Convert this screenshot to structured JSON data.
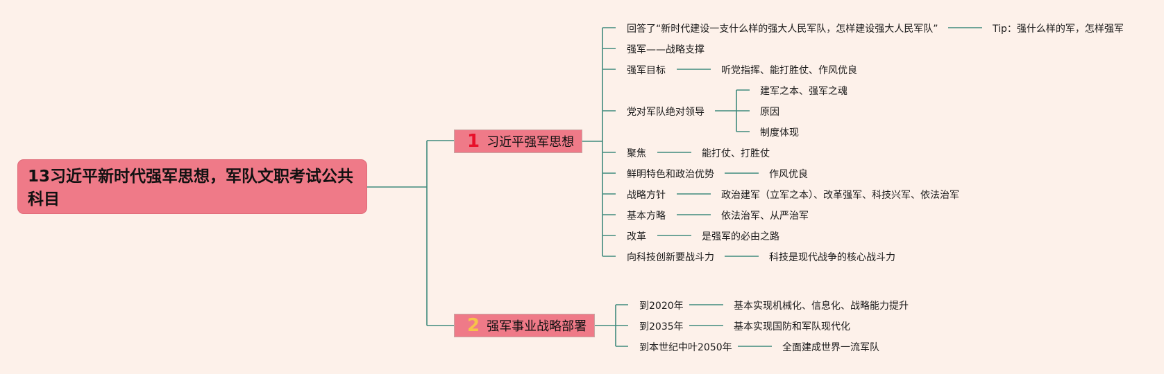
{
  "root_title": "13习近平新时代强军思想，军队文职考试公共科目",
  "topics": [
    {
      "num": "1",
      "label": "习近平强军思想",
      "items": [
        {
          "text": "回答了“新时代建设一支什么样的强大人民军队，怎样建设强大人民军队”",
          "children": [
            "Tip：强什么样的军，怎样强军"
          ]
        },
        {
          "text": "强军——战略支撑",
          "children": []
        },
        {
          "text": "强军目标",
          "children": [
            "听党指挥、能打胜仗、作风优良"
          ]
        },
        {
          "text": "党对军队绝对领导",
          "children": [
            "建军之本、强军之魂",
            "原因",
            "制度体现"
          ]
        },
        {
          "text": "聚焦",
          "children": [
            "能打仗、打胜仗"
          ]
        },
        {
          "text": "鲜明特色和政治优势",
          "children": [
            "作风优良"
          ]
        },
        {
          "text": "战略方针",
          "children": [
            "政治建军（立军之本）、改革强军、科技兴军、依法治军"
          ]
        },
        {
          "text": "基本方略",
          "children": [
            "依法治军、从严治军"
          ]
        },
        {
          "text": "改革",
          "children": [
            "是强军的必由之路"
          ]
        },
        {
          "text": "向科技创新要战斗力",
          "children": [
            "科技是现代战争的核心战斗力"
          ]
        }
      ]
    },
    {
      "num": "2",
      "label": "强军事业战略部署",
      "items": [
        {
          "text": "到2020年",
          "children": [
            "基本实现机械化、信息化、战略能力提升"
          ]
        },
        {
          "text": "到2035年",
          "children": [
            "基本实现国防和军队现代化"
          ]
        },
        {
          "text": "到本世纪中叶2050年",
          "children": [
            "全面建成世界一流军队"
          ]
        }
      ]
    }
  ],
  "colors": {
    "background": "#fdf1ea",
    "topic_fill": "#ef7a88",
    "connector": "#3f8a7c",
    "num1": "#e8102a",
    "num2": "#f6c34a"
  }
}
